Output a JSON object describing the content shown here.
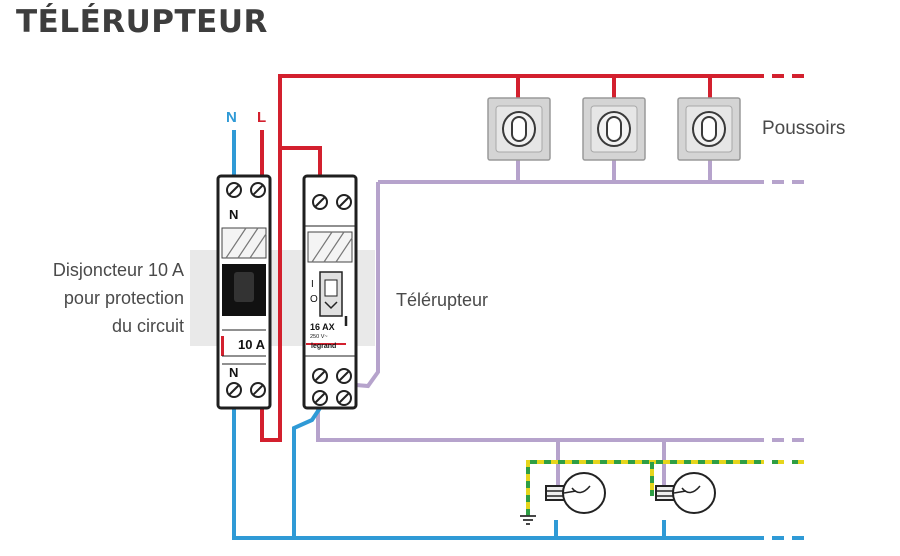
{
  "title": "TÉLÉRUPTEUR",
  "labels": {
    "neutral": "N",
    "live": "L",
    "pushbuttons": "Poussoirs",
    "breaker_line1": "Disjoncteur 10 A",
    "breaker_line2": "pour protection",
    "breaker_line3": "du circuit",
    "relay": "Télérupteur"
  },
  "breaker": {
    "top_terminal": "N",
    "bottom_terminal": "N",
    "rating": "10 A"
  },
  "relay_device": {
    "switch_on": "I",
    "switch_off": "O",
    "rating": "16 AX",
    "voltage": "250 V~",
    "brand": "legrand"
  },
  "colors": {
    "live": "#d3202e",
    "neutral": "#2f9ad6",
    "control": "#b6a3cc",
    "earth_yellow": "#e6d51c",
    "earth_green": "#2e9e44",
    "module": "#1f1f1f",
    "button": "#d4d4d4"
  },
  "icons": [
    "push-button-icon",
    "light-bulb-icon",
    "earth-ground-icon",
    "screw-terminal-icon"
  ]
}
